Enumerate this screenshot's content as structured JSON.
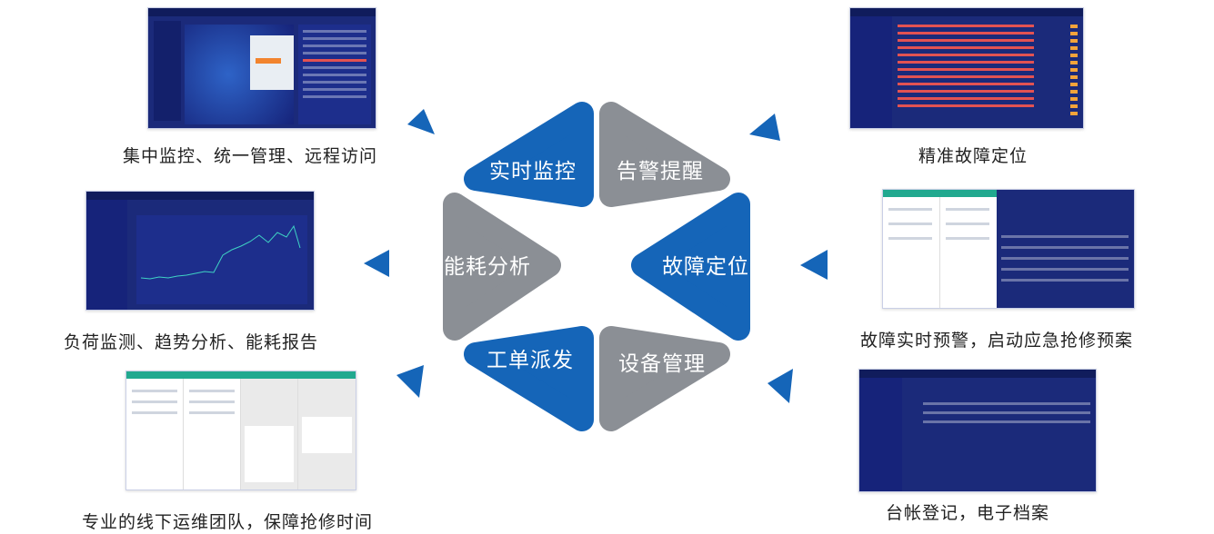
{
  "captions": {
    "top_left": "集中监控、统一管理、远程访问",
    "mid_left": "负荷监测、趋势分析、能耗报告",
    "bottom_left": "专业的线下运维团队，保障抢修时间",
    "top_right": "精准故障定位",
    "mid_right": "故障实时预警，启动应急抢修预案",
    "bottom_right": "台帐登记，电子档案"
  },
  "segments": {
    "realtime_monitor": "实时监控",
    "alarm_reminder": "告警提醒",
    "fault_location": "故障定位",
    "device_management": "设备管理",
    "work_order_dispatch": "工单派发",
    "energy_analysis": "能耗分析"
  },
  "colors": {
    "blue": "#1565b8",
    "gray": "#8b8f95",
    "screen_bg": "#1b2a7a"
  },
  "thumbnails": {
    "top_left": "dashboard-map-screenshot",
    "mid_left": "load-trend-chart-screenshot",
    "bottom_left": "mobile-app-screenshots",
    "top_right": "fault-table-screenshot",
    "mid_right": "alarm-settings-screenshot",
    "bottom_right": "asset-ledger-screenshot"
  }
}
